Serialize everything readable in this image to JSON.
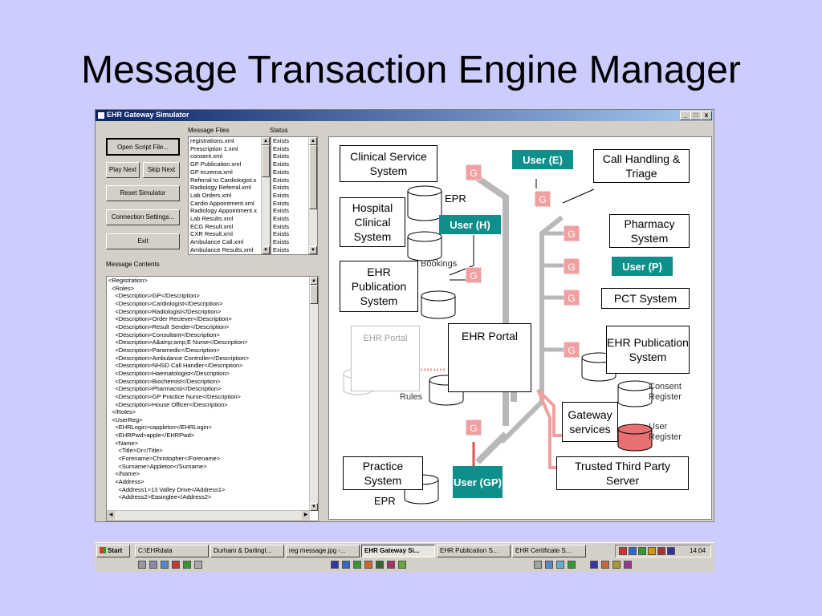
{
  "slide": {
    "title": "Message Transaction Engine Manager"
  },
  "window": {
    "title": "EHR Gateway Simulator",
    "controls": {
      "minimize": "_",
      "maximize": "□",
      "close": "x"
    }
  },
  "buttons": {
    "open_script": "Open Script File...",
    "play_next": "Play Next",
    "skip_next": "Skip Next",
    "reset": "Reset Simulator",
    "connection": "Connection Settings...",
    "exit": "Exit"
  },
  "files_header": "Message Files",
  "status_header": "Status",
  "files": [
    {
      "name": "registrations.xml",
      "status": "Exists"
    },
    {
      "name": "Prescription 1.xml",
      "status": "Exists"
    },
    {
      "name": "consent.xml",
      "status": "Exists"
    },
    {
      "name": "GP Publication.xml",
      "status": "Exists"
    },
    {
      "name": "GP eczema.xml",
      "status": "Exists"
    },
    {
      "name": "Referral to Cardiologist.x",
      "status": "Exists"
    },
    {
      "name": "Radiology Referral.xml",
      "status": "Exists"
    },
    {
      "name": "Lab Orders.xml",
      "status": "Exists"
    },
    {
      "name": "Cardio Appointment.xml",
      "status": "Exists"
    },
    {
      "name": "Radiology Appointment.x",
      "status": "Exists"
    },
    {
      "name": "Lab Results.xml",
      "status": "Exists"
    },
    {
      "name": "ECG Result.xml",
      "status": "Exists"
    },
    {
      "name": "CXR Result.xml",
      "status": "Exists"
    },
    {
      "name": "Ambulance Call.xml",
      "status": "Exists"
    },
    {
      "name": "Ambulance Results.xml",
      "status": "Exists"
    }
  ],
  "message_contents_label": "Message Contents",
  "message_lines": [
    "<Registration>",
    "  <Roles>",
    "    <Description>GP</Description>",
    "    <Description>Cardiologist</Description>",
    "    <Description>Radiologist</Description>",
    "    <Description>Order Reciever</Description>",
    "    <Description>Result Sender</Description>",
    "    <Description>Consultant</Description>",
    "    <Description>A&amp;amp;E Nurse</Description>",
    "    <Description>Paramedic</Description>",
    "    <Description>Ambulance Controller</Description>",
    "    <Description>NHSD Call Handler</Description>",
    "    <Description>Haematologist</Description>",
    "    <Description>Biochemist</Description>",
    "    <Description>Pharmacist</Description>",
    "    <Description>GP Practice Nurse</Description>",
    "    <Description>House Officer</Description>",
    "  </Roles>",
    "  <UserReg>",
    "    <EHRLogin>cappleton</EHRLogin>",
    "    <EHRPwd>apple</EHRPwd>",
    "    <Name>",
    "      <Title>Dr</Title>",
    "      <Forename>Christopher</Forename>",
    "      <Surname>Appleton</Surname>",
    "    </Name>",
    "    <Address>",
    "      <Address1>13 Valley Drive</Address1>",
    "      <Address2>Easinglee</Address2>"
  ],
  "diagram": {
    "clinical_service": "Clinical Service System",
    "hospital": "Hospital Clinical System",
    "ehr_publication_left": "EHR Publication System",
    "practice": "Practice System",
    "call_handling": "Call Handling & Triage",
    "pharmacy": "Pharmacy System",
    "pct": "PCT System",
    "ehr_publication_right": "EHR Publication System",
    "ehr_portal_main": "EHR Portal",
    "ehr_portal_ghost": "EHR Portal",
    "gateway_services": "Gateway services",
    "trusted_third_party": "Trusted Third Party Server",
    "user_e": "User (E)",
    "user_h": "User (H)",
    "user_p": "User (P)",
    "user_gp": "User (GP)",
    "gateway_mark": "G",
    "epr_top": "EPR",
    "bookings": "Bookings",
    "rules": "Rules",
    "epr_bottom": "EPR",
    "consent_register": "Consent Register",
    "user_register": "User Register"
  },
  "taskbar": {
    "start": "Start",
    "items": [
      {
        "label": "C:\\EHRdata",
        "active": false
      },
      {
        "label": "Durham & Darlingt...",
        "active": false
      },
      {
        "label": "reg message.jpg -...",
        "active": false
      },
      {
        "label": "EHR Gateway Si...",
        "active": true
      },
      {
        "label": "EHR Publication S...",
        "active": false
      },
      {
        "label": "EHR Certificate S...",
        "active": false
      }
    ],
    "clock": "14:04"
  },
  "colors": {
    "user_box": "#0e8f8c",
    "gateway_box": "#f0a0a0",
    "background": "#ccccff",
    "title_bar": "#0a246a"
  }
}
